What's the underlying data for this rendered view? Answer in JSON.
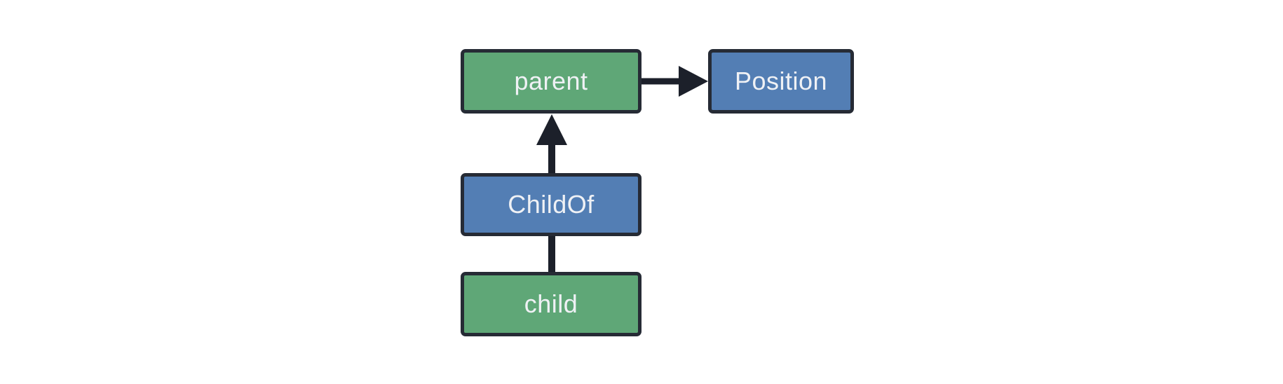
{
  "diagram": {
    "background": "#ffffff",
    "colors": {
      "entity_fill": "#5FA777",
      "component_fill": "#537EB4",
      "node_border": "#262B35",
      "edge": "#1C202A",
      "label_text": "#EFF1F5"
    },
    "nodes": [
      {
        "id": "parent",
        "label": "parent",
        "kind": "entity"
      },
      {
        "id": "Position",
        "label": "Position",
        "kind": "component"
      },
      {
        "id": "ChildOf",
        "label": "ChildOf",
        "kind": "relationship"
      },
      {
        "id": "child",
        "label": "child",
        "kind": "entity"
      }
    ],
    "edges": [
      {
        "from": "parent",
        "to": "Position",
        "style": "arrow",
        "direction": "right"
      },
      {
        "from": "ChildOf",
        "to": "parent",
        "style": "arrow",
        "direction": "up"
      },
      {
        "from": "child",
        "to": "ChildOf",
        "style": "line",
        "direction": "up"
      }
    ]
  }
}
